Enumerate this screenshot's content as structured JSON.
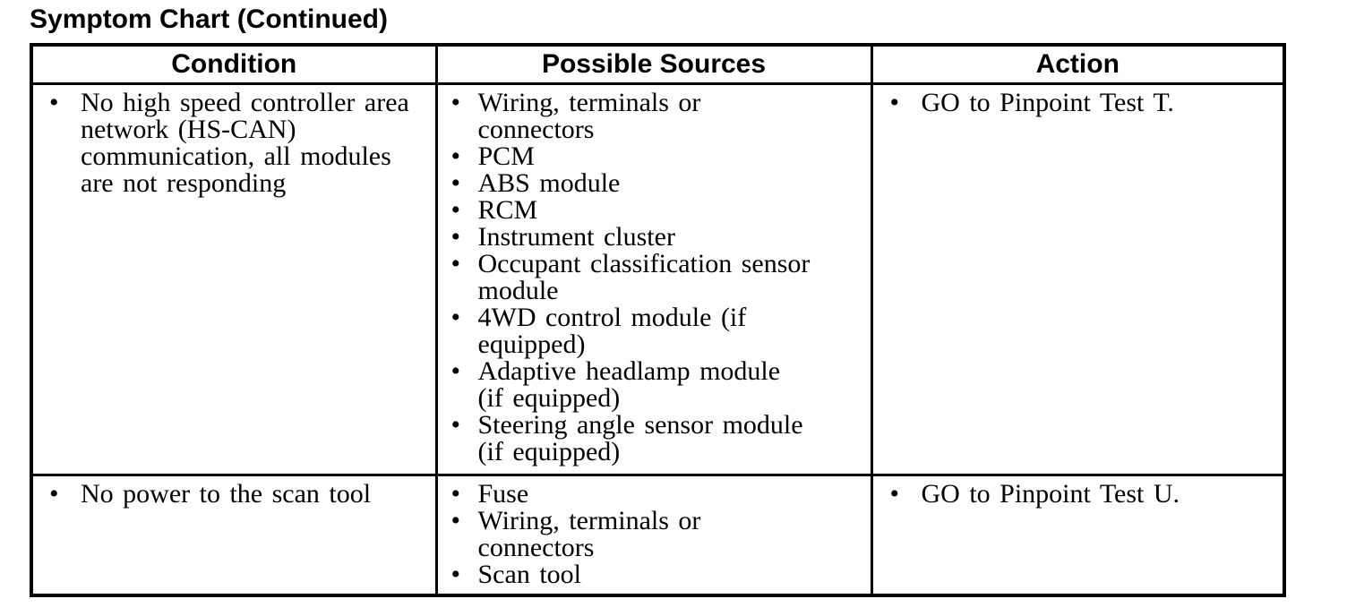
{
  "page": {
    "title": "Symptom Chart (Continued)"
  },
  "table": {
    "bullet": "•",
    "headers": [
      "Condition",
      "Possible Sources",
      "Action"
    ],
    "rows": [
      {
        "condition": [
          "No high speed controller area network (HS-CAN) communication, all modules are not responding"
        ],
        "sources": [
          "Wiring, terminals or connectors",
          "PCM",
          "ABS module",
          "RCM",
          "Instrument cluster",
          "Occupant classification sensor module",
          "4WD control module (if equipped)",
          "Adaptive headlamp module (if equipped)",
          "Steering angle sensor module (if equipped)"
        ],
        "action": [
          "GO to Pinpoint Test T."
        ]
      },
      {
        "condition": [
          "No power to the scan tool"
        ],
        "sources": [
          "Fuse",
          "Wiring, terminals or connectors",
          "Scan tool"
        ],
        "action": [
          "GO to Pinpoint Test U."
        ]
      }
    ]
  }
}
